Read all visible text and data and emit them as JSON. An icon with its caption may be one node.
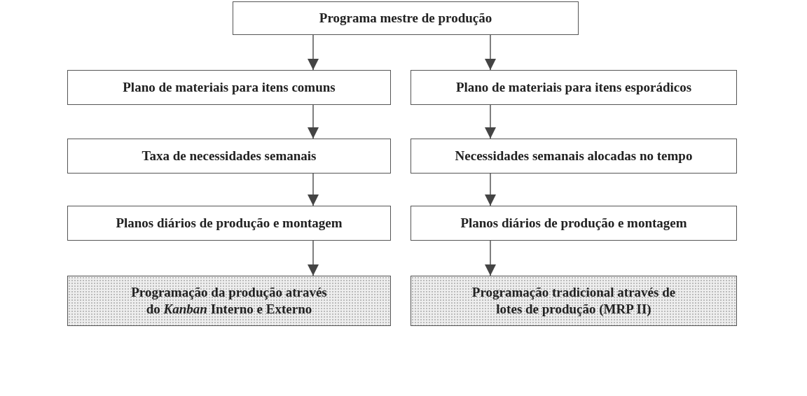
{
  "diagram": {
    "nodes": [
      {
        "text": [
          "Programa mestre de produção"
        ]
      },
      {
        "text": [
          "Plano de materiais para itens comuns"
        ]
      },
      {
        "text": [
          "Plano de materiais para itens esporádicos"
        ]
      },
      {
        "text": [
          "Taxa de necessidades semanais"
        ]
      },
      {
        "text": [
          "Necessidades semanais alocadas no tempo"
        ]
      },
      {
        "text": [
          "Planos diários de produção e montagem"
        ]
      },
      {
        "text": [
          "Planos diários de produção e montagem"
        ]
      },
      {
        "text": [
          "Programação da produção através do *Kanban* Interno e Externo"
        ]
      },
      {
        "text": [
          "Programação tradicional através de lotes de produção (MRP II)"
        ]
      }
    ],
    "edges": [
      {
        "from": 0,
        "to": 1,
        "arrow": "to"
      },
      {
        "from": 0,
        "to": 2,
        "arrow": "to"
      },
      {
        "from": 1,
        "to": 3,
        "arrow": "to"
      },
      {
        "from": 2,
        "to": 4,
        "arrow": "to"
      },
      {
        "from": 3,
        "to": 5,
        "arrow": "to"
      },
      {
        "from": 4,
        "to": 6,
        "arrow": "to"
      },
      {
        "from": 5,
        "to": 7,
        "arrow": "to"
      },
      {
        "from": 6,
        "to": 8,
        "arrow": "to"
      }
    ]
  }
}
